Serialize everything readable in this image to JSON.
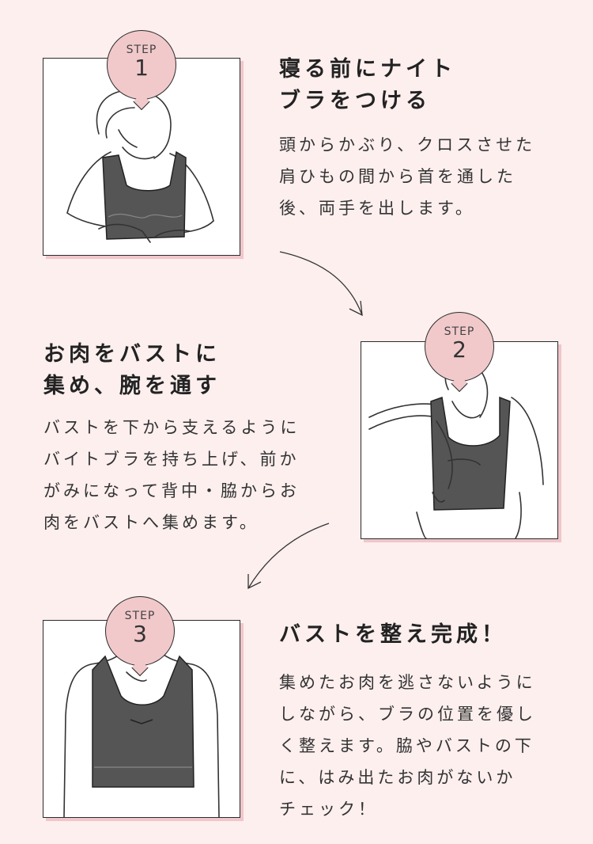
{
  "steps": [
    {
      "label": "STEP",
      "number": "1",
      "title_lines": [
        "寝る前にナイト",
        "ブラをつける"
      ],
      "body_lines": [
        "頭からかぶり、クロスさせた",
        "肩ひもの間から首を通した",
        "後、両手を出します。"
      ]
    },
    {
      "label": "STEP",
      "number": "2",
      "title_lines": [
        "お肉をバストに",
        "集め、腕を通す"
      ],
      "body_lines": [
        "バストを下から支えるように",
        "バイトブラを持ち上げ、前か",
        "がみになって背中・脇からお",
        "肉をバストへ集めます。"
      ]
    },
    {
      "label": "STEP",
      "number": "3",
      "title_lines": [
        "バストを整え完成！"
      ],
      "body_lines": [
        "集めたお肉を逃さないように",
        "しながら、ブラの位置を優し",
        "く整えます。脇やバストの下",
        "に、はみ出たお肉がないか",
        "チェック！"
      ]
    }
  ],
  "colors": {
    "background": "#fcefee",
    "badge": "#f1c9cb",
    "shadow": "#f0c6cb",
    "bra": "#555555"
  }
}
